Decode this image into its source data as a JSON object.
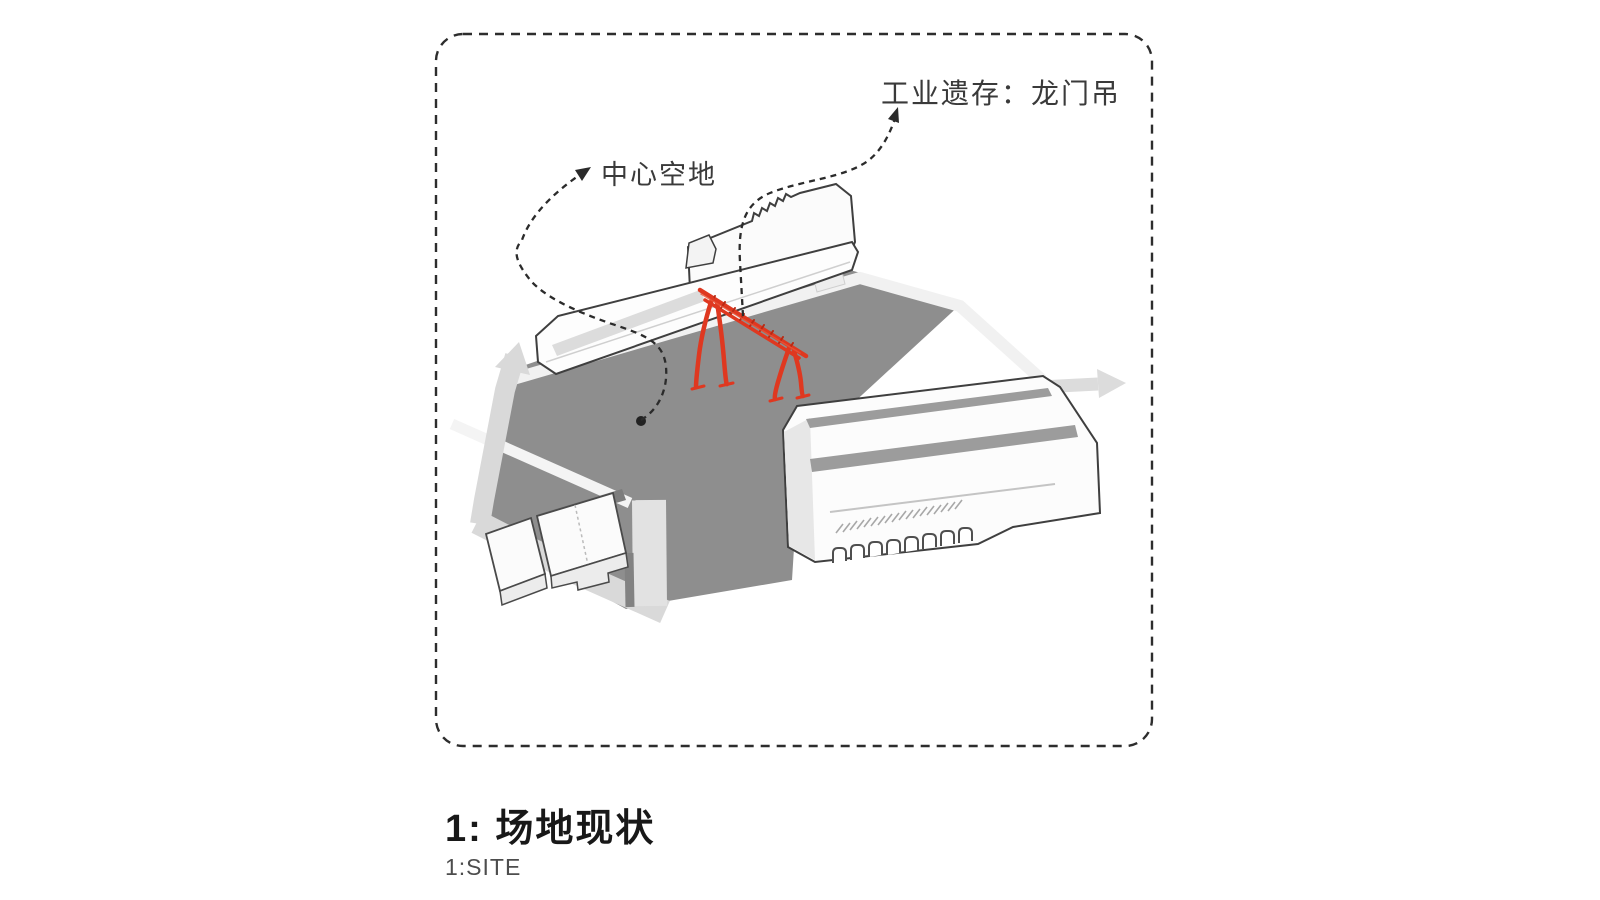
{
  "annotations": {
    "open_space": {
      "label": "中心空地"
    },
    "industrial_relic": {
      "label": "工业遗存：龙门吊"
    }
  },
  "caption": {
    "title": "1: 场地现状",
    "subtitle": "1:SITE"
  },
  "diagram_elements": [
    {
      "name": "dashed-frame"
    },
    {
      "name": "central-plaza"
    },
    {
      "name": "long-shed-building"
    },
    {
      "name": "sawtooth-warehouse"
    },
    {
      "name": "small-buildings"
    },
    {
      "name": "gantry-crane"
    },
    {
      "name": "circulation-arrows"
    },
    {
      "name": "annotation-arrows"
    }
  ],
  "colors": {
    "crane_red": "#df3820",
    "crane_red_dark": "#b92a14",
    "plaza_gray": "#8e8e8e",
    "road_light_gray": "#d9d9d9",
    "building_white": "#fcfcfc",
    "outline_dark": "#3f3f3f",
    "annotation_dark": "#2b2b2b",
    "background": "#ffffff"
  }
}
